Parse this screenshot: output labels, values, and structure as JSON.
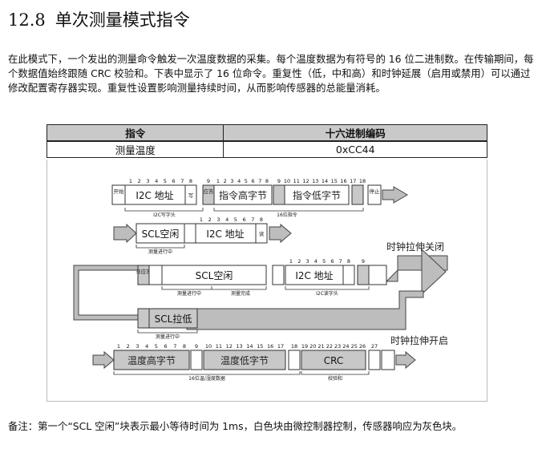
{
  "section": {
    "number": "12.8",
    "title": "单次测量模式指令"
  },
  "paragraph": "在此模式下，一个发出的测量命令触发一次温度数据的采集。每个温度数据为有符号的 16 位二进制数。在传输期间，每个数据值始终跟随 CRC 校验和。下表中显示了 16 位命令。重复性（低，中和高）和时钟延展（启用或禁用）可以通过修改配置寄存器实现。重复性设置影响测量持续时间，从而影响传感器的总能量消耗。",
  "table": {
    "headers": [
      "指令",
      "十六进制编码"
    ],
    "rows": [
      [
        "测量温度",
        "0xCC44"
      ]
    ]
  },
  "diagram": {
    "start": "开始",
    "write": "写",
    "ack": "应答",
    "stop": "停止",
    "read": "读",
    "nack": "非应答",
    "i2c_addr": "I2C 地址",
    "cmd_msb": "指令高字节",
    "cmd_lsb": "指令低字节",
    "scl_idle": "SCL空闲",
    "scl_low": "SCL拉低",
    "temp_msb": "温度高字节",
    "temp_lsb": "温度低字节",
    "crc": "CRC",
    "lbl_i2c_write_header": "I2C写字头",
    "lbl_16bit_cmd": "16位指令",
    "lbl_measuring": "测量进行中",
    "lbl_measure_done": "测量完成",
    "lbl_i2c_read_header": "I2C读字头",
    "lbl_16bit_temp": "16位温/湿度数据",
    "lbl_checksum": "校验和",
    "clock_stretch_off": "时钟拉伸关闭",
    "clock_stretch_on": "时钟拉伸开启",
    "row1_bits": [
      "1",
      "2",
      "3",
      "4",
      "5",
      "6",
      "7",
      "8",
      "9",
      "1",
      "2",
      "3",
      "4",
      "5",
      "6",
      "7",
      "8",
      "9",
      "10",
      "11",
      "12",
      "13",
      "14",
      "15",
      "16",
      "17",
      "18"
    ],
    "row2_bits": [
      "1",
      "2",
      "3",
      "4",
      "5",
      "6",
      "7",
      "8"
    ],
    "row3_bits": [
      "1",
      "2",
      "3",
      "4",
      "5",
      "6",
      "7",
      "8",
      "9"
    ],
    "row5_bits": [
      "1",
      "2",
      "3",
      "4",
      "5",
      "6",
      "7",
      "8",
      "9",
      "10",
      "11",
      "12",
      "13",
      "14",
      "15",
      "16",
      "17",
      "18",
      "19",
      "20",
      "21",
      "22",
      "23",
      "24",
      "25",
      "26",
      "27"
    ]
  },
  "note": "备注：第一个“SCL 空闲”块表示最小等待时间为 1ms，白色块由微控制器控制，传感器响应为灰色块。",
  "colors": {
    "sensor_block": "#c8c8c8",
    "mcu_block": "#ffffff",
    "arrow_fill": "#bdbdbd",
    "outline": "#333333"
  }
}
